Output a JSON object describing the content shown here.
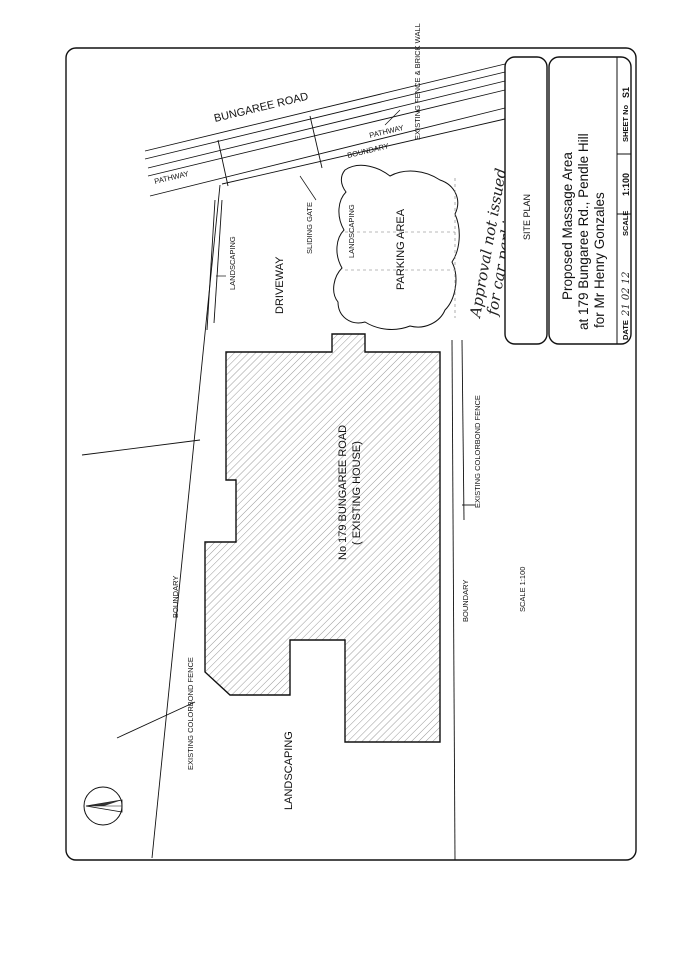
{
  "labels": {
    "road": "BUNGAREE ROAD",
    "pathway_left": "PATHWAY",
    "pathway_right": "PATHWAY",
    "boundary_top": "BOUNDARY",
    "existing_fence_brick": "EXISTING FENCE & BRICK WALL",
    "landscaping_left_strip": "LANDSCAPING",
    "driveway": "DRIVEWAY",
    "sliding_gate": "SLIDING GATE",
    "landscaping_parking": "LANDSCAPING",
    "parking_area": "PARKING AREA",
    "house_line1": "No 179 BUNGAREE ROAD",
    "house_line2": "( EXISTING HOUSE)",
    "existing_colorbond_right": "EXISTING COLORBOND FENCE",
    "boundary_right": "BOUNDARY",
    "scale_note": "SCALE 1:100",
    "boundary_left": "BOUNDARY",
    "existing_colorbond_left": "EXISTING COLORBOND FENCE",
    "landscaping_bottom": "LANDSCAPING"
  },
  "handwritten": {
    "note_line1": "Approval not issued",
    "note_line2": "for car parking area.",
    "date": "21 02 12"
  },
  "title_block": {
    "site_plan": "SITE PLAN",
    "title_line1": "Proposed Massage Area",
    "title_line2": "at 179 Bungaree Rd., Pendle Hill",
    "title_line3": "for Mr Henry Gonzales",
    "date_label": "DATE",
    "scale_label": "SCALE",
    "scale_value": "1:100",
    "sheet_label": "SHEET No",
    "sheet_value": "S1"
  },
  "colors": {
    "ink": "#111111",
    "hatch": "#555555"
  },
  "icons": {
    "north_arrow": "north-arrow-icon"
  }
}
